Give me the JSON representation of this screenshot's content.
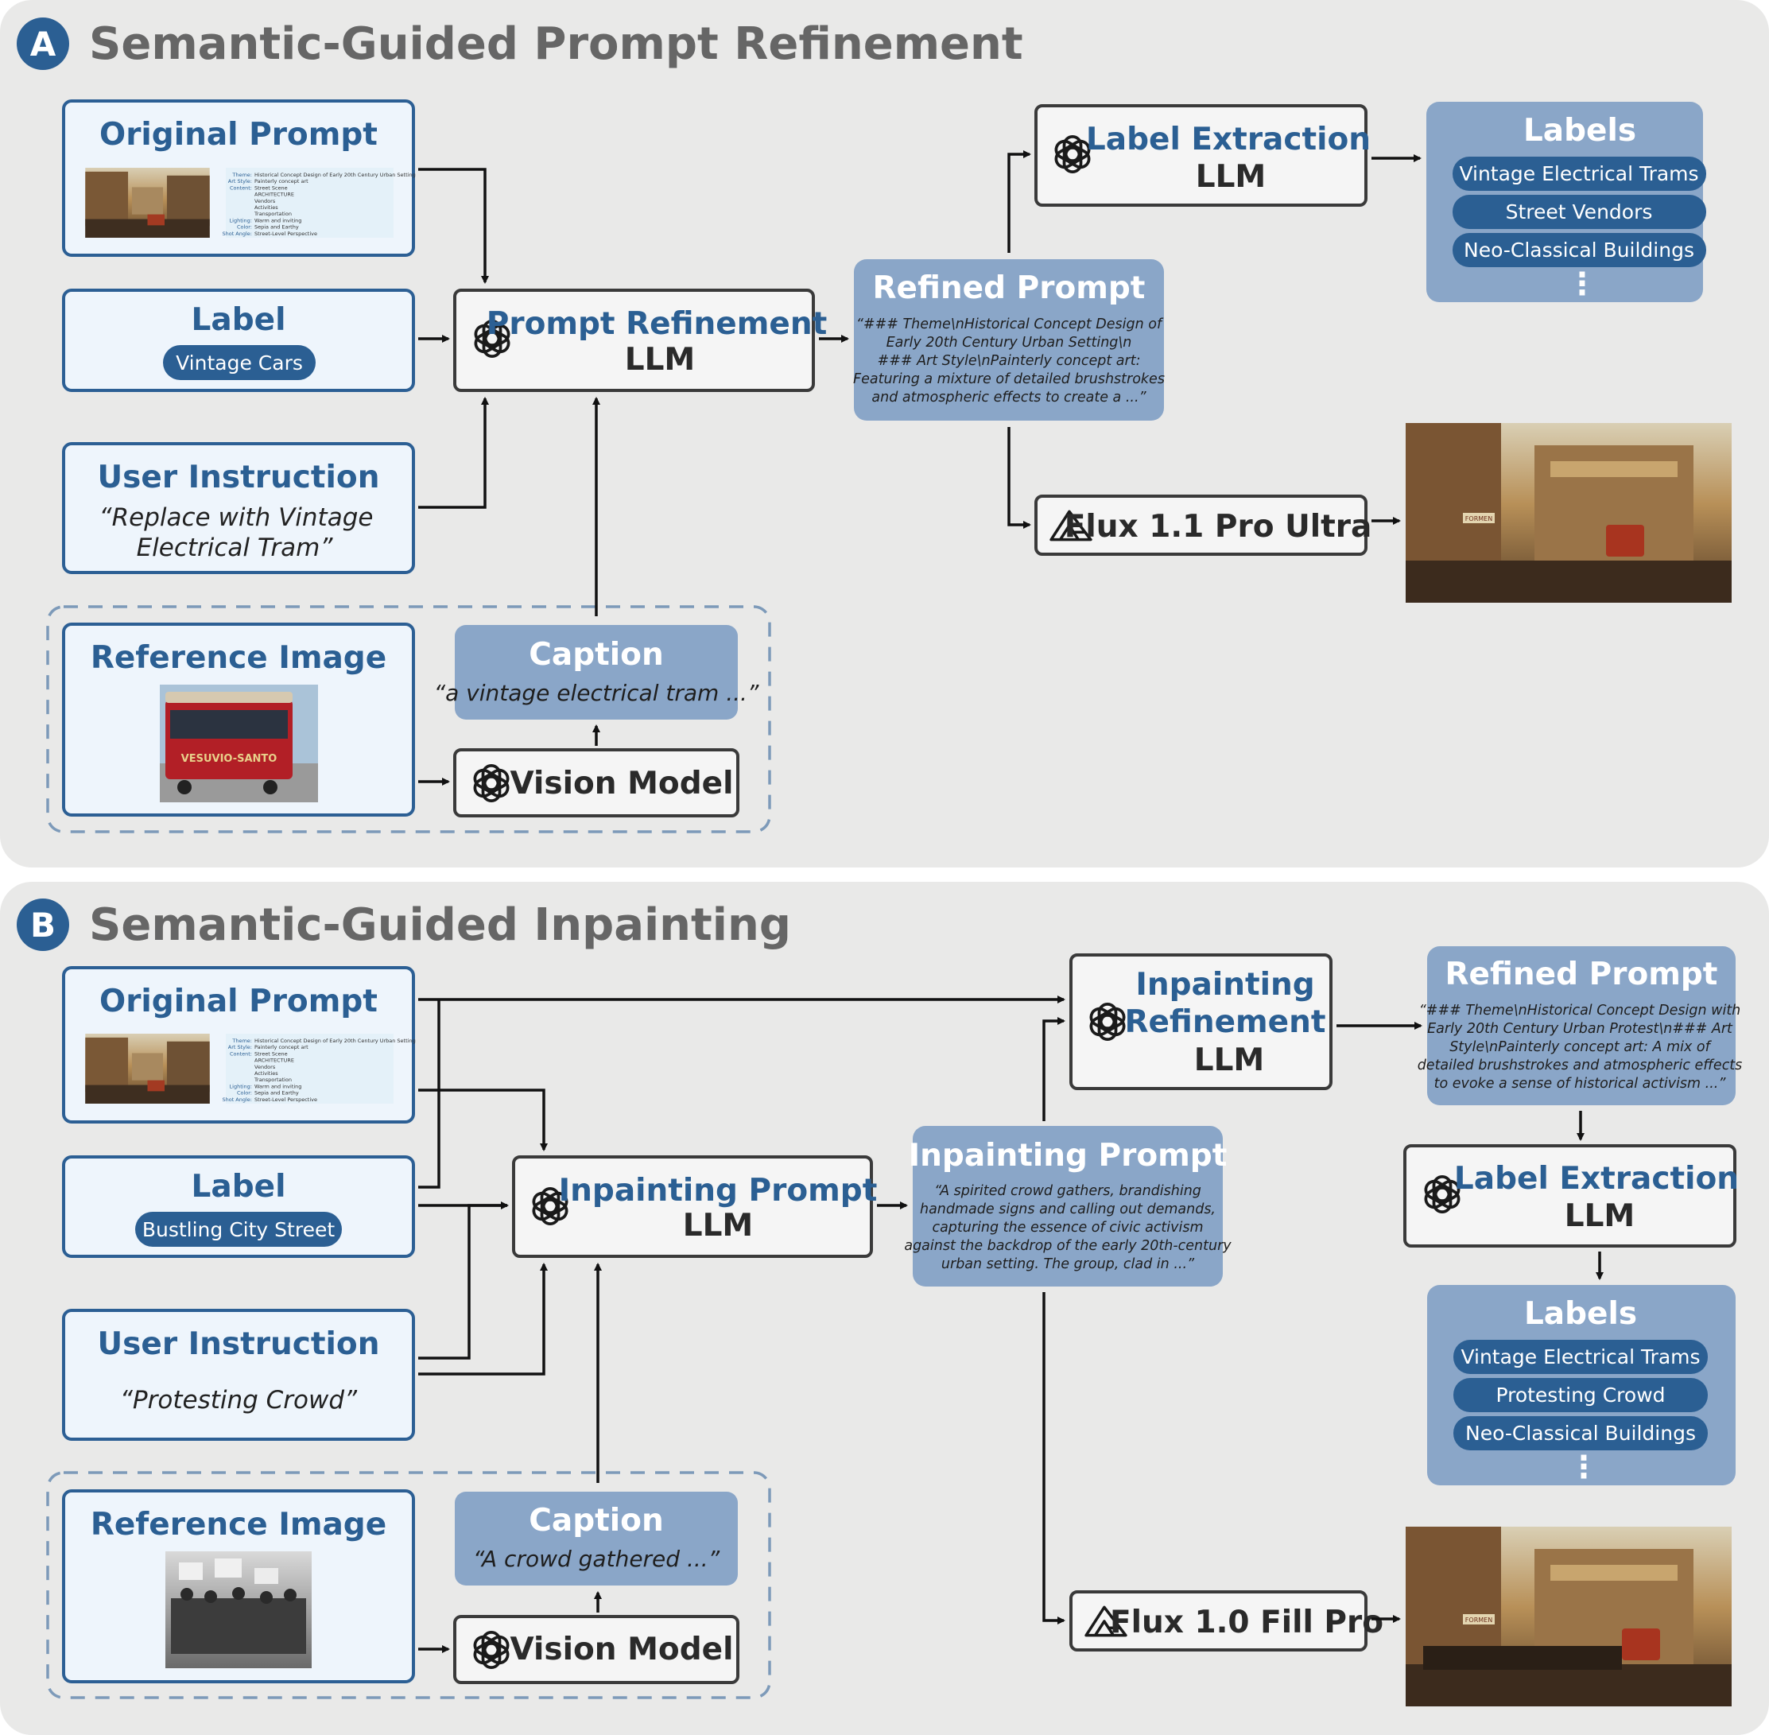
{
  "panel_a": {
    "badge": "A",
    "title": "Semantic-Guided Prompt Refinement",
    "original_prompt": {
      "title": "Original Prompt",
      "fields": [
        {
          "key": "Theme:",
          "value": "Historical Concept Design of Early 20th Century Urban Setting"
        },
        {
          "key": "Art Style:",
          "value": "Painterly concept art"
        },
        {
          "key": "Content:",
          "value": "Street Scene"
        },
        {
          "key": "",
          "value": "ARCHITECTURE"
        },
        {
          "key": "",
          "value": "Vendors"
        },
        {
          "key": "",
          "value": "Activities"
        },
        {
          "key": "",
          "value": "Transportation"
        },
        {
          "key": "Lighting:",
          "value": "Warm and inviting"
        },
        {
          "key": "Color:",
          "value": "Sepia and Earthy"
        },
        {
          "key": "Shot Angle:",
          "value": "Street-Level Perspective"
        }
      ]
    },
    "label": {
      "title": "Label",
      "pill": "Vintage Cars"
    },
    "user_instruction": {
      "title": "User Instruction",
      "line1": "“Replace with Vintage",
      "line2": "Electrical Tram”"
    },
    "reference_image": {
      "title": "Reference Image",
      "sign": "VESUVIO-SANTO"
    },
    "caption": {
      "title": "Caption",
      "text": "“a vintage electrical tram ...”"
    },
    "vision_model": {
      "label": "Vision Model"
    },
    "prompt_refinement": {
      "line1": "Prompt Refinement",
      "line2": "LLM"
    },
    "refined_prompt": {
      "title": "Refined Prompt",
      "lines": [
        "“### Theme\\nHistorical Concept Design of",
        "Early 20th Century Urban Setting\\n",
        "### Art Style\\nPainterly concept art:",
        "Featuring a mixture of detailed brushstrokes",
        "and atmospheric effects to create a ...”"
      ]
    },
    "label_extraction": {
      "line1": "Label Extraction",
      "line2": "LLM"
    },
    "labels": {
      "title": "Labels",
      "items": [
        "Vintage Electrical Trams",
        "Street Vendors",
        "Neo-Classical Buildings"
      ],
      "more": "⋮"
    },
    "flux": {
      "label": "Flux 1.1 Pro Ultra",
      "shop_sign": "FORMEN"
    }
  },
  "panel_b": {
    "badge": "B",
    "title": "Semantic-Guided Inpainting",
    "original_prompt": {
      "title": "Original Prompt",
      "fields": [
        {
          "key": "Theme:",
          "value": "Historical Concept Design of Early 20th Century Urban Setting"
        },
        {
          "key": "Art Style:",
          "value": "Painterly concept art"
        },
        {
          "key": "Content:",
          "value": "Street Scene"
        },
        {
          "key": "",
          "value": "ARCHITECTURE"
        },
        {
          "key": "",
          "value": "Vendors"
        },
        {
          "key": "",
          "value": "Activities"
        },
        {
          "key": "",
          "value": "Transportation"
        },
        {
          "key": "Lighting:",
          "value": "Warm and inviting"
        },
        {
          "key": "Color:",
          "value": "Sepia and Earthy"
        },
        {
          "key": "Shot Angle:",
          "value": "Street-Level Perspective"
        }
      ]
    },
    "label": {
      "title": "Label",
      "pill": "Bustling City Street"
    },
    "user_instruction": {
      "title": "User Instruction",
      "line1": "“Protesting Crowd”"
    },
    "reference_image": {
      "title": "Reference Image"
    },
    "caption": {
      "title": "Caption",
      "text": "“A crowd gathered ...”"
    },
    "vision_model": {
      "label": "Vision Model"
    },
    "inpainting_prompt_llm": {
      "line1": "Inpainting Prompt",
      "line2": "LLM"
    },
    "inpainting_prompt": {
      "title": "Inpainting Prompt",
      "lines": [
        "“A spirited crowd gathers, brandishing",
        "handmade signs and calling out demands,",
        "capturing the essence of civic activism",
        "against the backdrop of the early 20th-century",
        "urban setting. The group, clad in ...”"
      ]
    },
    "inpainting_refinement": {
      "line1": "Inpainting",
      "line2": "Refinement",
      "line3": "LLM"
    },
    "refined_prompt": {
      "title": "Refined Prompt",
      "lines": [
        "“### Theme\\nHistorical Concept Design with",
        "Early 20th Century Urban Protest\\n### Art",
        "Style\\nPainterly concept art: A mix of",
        "detailed brushstrokes and atmospheric effects",
        "to evoke a sense of historical activism ...”"
      ]
    },
    "label_extraction": {
      "line1": "Label Extraction",
      "line2": "LLM"
    },
    "labels": {
      "title": "Labels",
      "items": [
        "Vintage Electrical Trams",
        "Protesting Crowd",
        "Neo-Classical Buildings"
      ],
      "more": "⋮"
    },
    "flux": {
      "label": "Flux 1.0 Fill Pro",
      "shop_sign": "FORMEN"
    }
  },
  "colors": {
    "panel_bg": "#e9e9e8",
    "accent_blue": "#2b5f93",
    "box_blue": "#8aa6c8",
    "input_fill": "#eef5fc",
    "title_gray": "#666666"
  }
}
